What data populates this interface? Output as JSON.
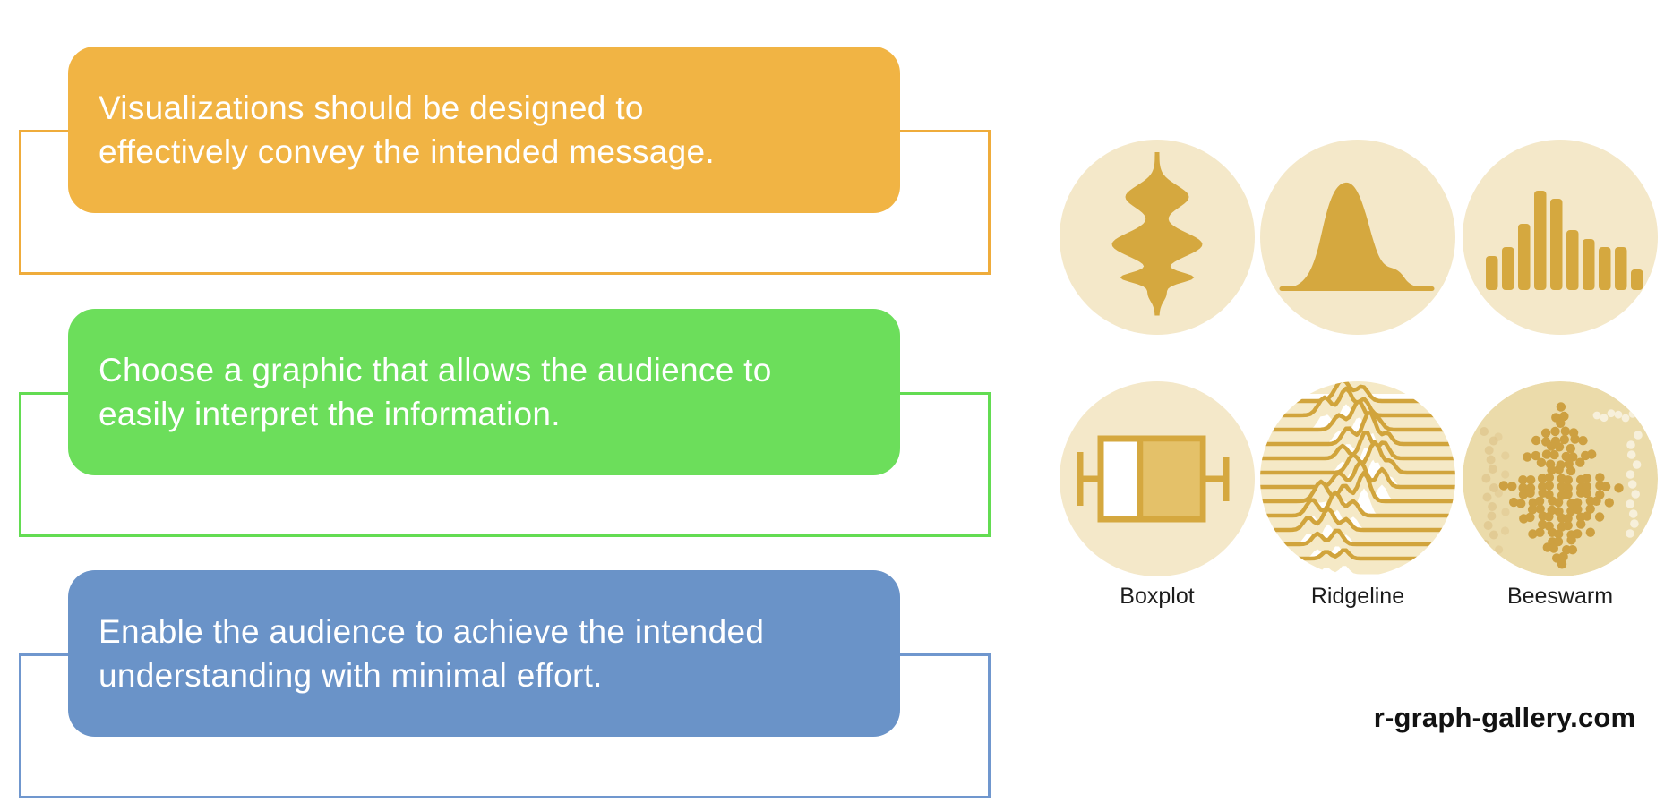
{
  "principles": [
    {
      "line1": "Visualizations should be designed to",
      "line2": "effectively convey the intended message.",
      "fill_color": "#F1B444",
      "outline_color": "#EFAC3B"
    },
    {
      "line1": "Choose a graphic that allows the audience to",
      "line2": "easily interpret the information.",
      "fill_color": "#6CDE5B",
      "outline_color": "#63DC52"
    },
    {
      "line1": "Enable the audience to achieve the intended",
      "line2": "understanding with minimal effort.",
      "fill_color": "#6A93C8",
      "outline_color": "#7097CE"
    }
  ],
  "gallery": {
    "top_row": [
      {
        "icon": "violin-plot"
      },
      {
        "icon": "density-plot"
      },
      {
        "icon": "histogram"
      }
    ],
    "bottom_row": [
      {
        "icon": "box-plot",
        "label": "Boxplot"
      },
      {
        "icon": "ridgeline-plot",
        "label": "Ridgeline"
      },
      {
        "icon": "beeswarm-plot",
        "label": "Beeswarm"
      }
    ],
    "icon_colors": {
      "circle_bg": "#F4E8C9",
      "glyph_gold": "#D5A83F",
      "boxplot_box_fill": "#E4C169",
      "ridgeline_band": "#F5E9C6",
      "ridgeline_line": "#D1A43C",
      "beeswarm_bg": "#EBDBAA",
      "beeswarm_dot": "#CDA041",
      "beeswarm_dot_faint": "#DFC68C",
      "beeswarm_dot_pale": "#F7F0DB"
    }
  },
  "footer": {
    "website": "r-graph-gallery.com"
  }
}
